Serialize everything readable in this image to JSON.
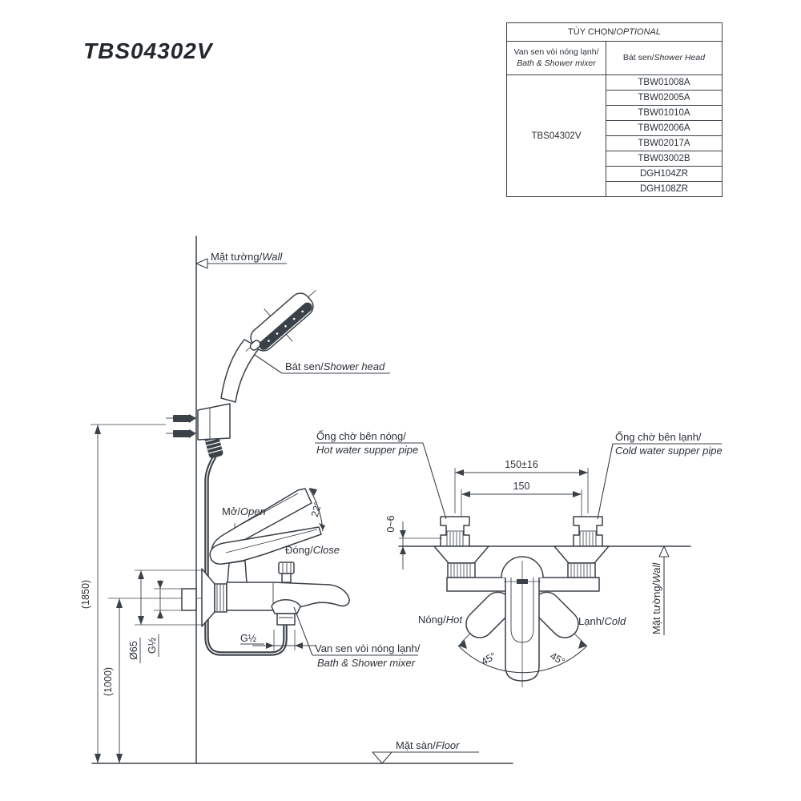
{
  "page": {
    "title_model": "TBS04302V",
    "line_color": "#3a4148",
    "text_color": "#2b3137",
    "background": "#ffffff"
  },
  "optional_table": {
    "title_vi": "TÙY CHỌN/",
    "title_en": "OPTIONAL",
    "col_mixer_vi": "Van sen vòi nóng lạnh/",
    "col_mixer_en": "Bath & Shower mixer",
    "col_head_vi": "Bát sen/",
    "col_head_en": "Shower Head",
    "mixer_model": "TBS04302V",
    "shower_heads": [
      "TBW01008A",
      "TBW02005A",
      "TBW01010A",
      "TBW02006A",
      "TBW02017A",
      "TBW03002B",
      "DGH104ZR",
      "DGH108ZR"
    ]
  },
  "labels": {
    "wall_top": {
      "vi": "Mặt tường/",
      "en": "Wall"
    },
    "wall_right": {
      "vi": "Mặt tường/",
      "en": "Wall"
    },
    "floor": {
      "vi": "Mặt sàn/",
      "en": "Floor"
    },
    "shower_head": {
      "vi": "Bát sen/",
      "en": "Shower head"
    },
    "open": {
      "vi": "Mở/",
      "en": "Open"
    },
    "close": {
      "vi": "Đóng/",
      "en": "Close"
    },
    "hot_pipe": {
      "vi": "Ống chờ bên nóng/",
      "en": "Hot water supper pipe"
    },
    "cold_pipe": {
      "vi": "Ống chờ bên lạnh/",
      "en": "Cold water supper pipe"
    },
    "mixer": {
      "vi": "Van sen vòi nóng lạnh/",
      "en": "Bath & Shower mixer"
    },
    "hot": {
      "vi": "Nóng/",
      "en": "Hot"
    },
    "cold": {
      "vi": "Lạnh/",
      "en": "Cold"
    }
  },
  "dimensions": {
    "install_height": "(1850)",
    "mixer_height": "(1000)",
    "flange_diameter": "Ø65",
    "thread_left": "G½",
    "thread_bottom": "G½",
    "pipe_span_tolerance": "150±16",
    "pipe_span": "150",
    "wall_gap": "0~6",
    "open_angle": "22°",
    "swing_left": "45°",
    "swing_right": "45°"
  }
}
